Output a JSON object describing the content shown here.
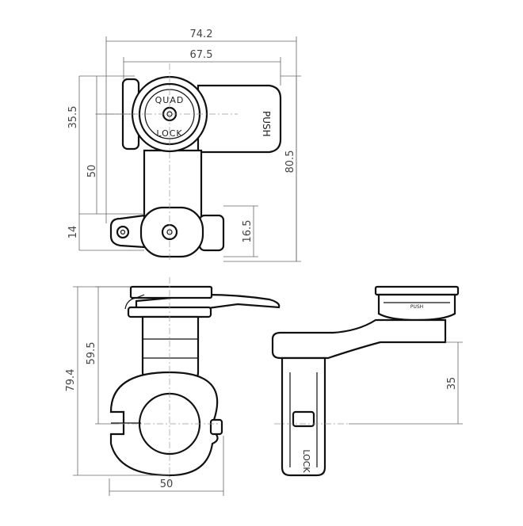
{
  "dimensions": {
    "top_width_overall": "74.2",
    "top_width_inner": "67.5",
    "top_height_mount": "35.5",
    "top_height_arm": "50",
    "top_height_clamp": "14",
    "top_height_side": "16.5",
    "top_height_overall": "80.5",
    "front_height_overall": "79.4",
    "front_height_mid": "59.5",
    "front_width": "50",
    "side_height": "35"
  },
  "labels": {
    "brand_line1": "QUAD",
    "brand_line2": "LOCK",
    "lever_text": "PUSH",
    "clamp_text": "LOCK"
  }
}
